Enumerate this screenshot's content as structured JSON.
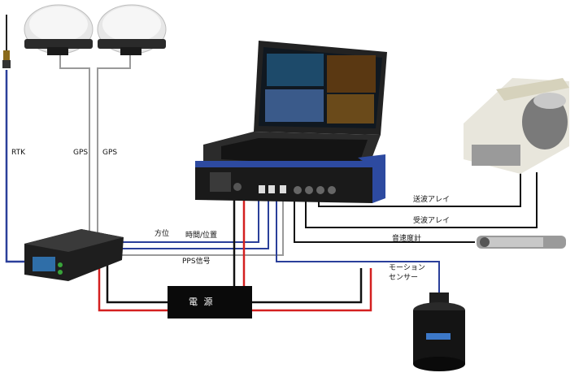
{
  "labels": {
    "rtk": "RTK",
    "gps_left": "GPS",
    "gps_right": "GPS",
    "heading": "方位",
    "time_position": "時間/位置",
    "pps": "PPS信号",
    "power": "電 源",
    "tx_array": "送波アレイ",
    "rx_array": "受波アレイ",
    "sound_speed": "音速度計",
    "motion_sensor_line1": "モーション",
    "motion_sensor_line2": "センサー"
  },
  "wire_colors": {
    "power_red": "#d42020",
    "power_black": "#111111",
    "data_blue": "#2a3f9a",
    "signal_gray": "#9a9a9a"
  },
  "icons": [
    "gps-antenna-icon",
    "rtk-antenna-icon",
    "laptop-icon",
    "processor-unit-icon",
    "gps-receiver-icon",
    "power-supply-icon",
    "transducer-array-icon",
    "sound-velocity-probe-icon",
    "motion-sensor-icon"
  ]
}
